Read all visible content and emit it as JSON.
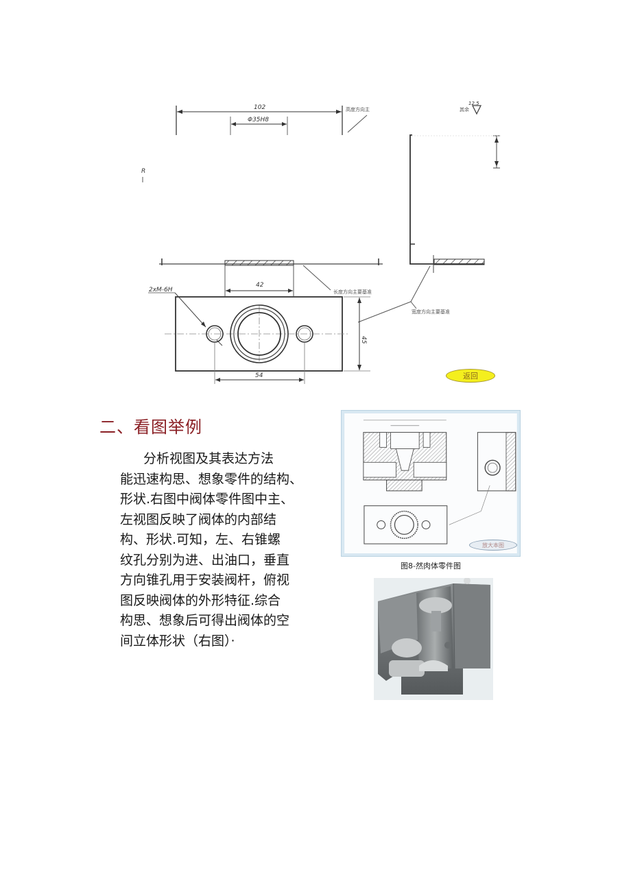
{
  "drawing": {
    "dimensions": {
      "overall_length": "102",
      "bore": "Φ35H8",
      "base_width": "42",
      "top_view_height": "45",
      "hole_spacing": "54",
      "thread_spec": "2xM-6H",
      "left_mark": "R"
    },
    "notes": {
      "height_datum": "高度方向主",
      "length_datum": "长度方向主要基准",
      "width_datum": "宽度方向主要基准",
      "surface_finish": "其余",
      "surface_finish_value": "12.5"
    },
    "return_button_label": "返回"
  },
  "section": {
    "heading": "二、看图举例",
    "heading_color": "#8a1f24",
    "body_lines": [
      "分析视图及其表达方法",
      "能迅速构思、想象零件的结构、",
      "形状.右图中阀体零件图中主、",
      "左视图反映了阀体的内部结",
      "构、形状.可知，左、右锥螺",
      "纹孔分别为进、出油口，垂直",
      "方向锥孔用于安装阀杆，俯视",
      "图反映阀体的外形特征.综合",
      "构思、想象后可得出阀体的空",
      "间立体形状（右图）·"
    ]
  },
  "figure": {
    "enlarge_button_label": "放大本图",
    "caption": "图8-然肉体零件图",
    "photo_alt": "阀体立体剖切图"
  }
}
